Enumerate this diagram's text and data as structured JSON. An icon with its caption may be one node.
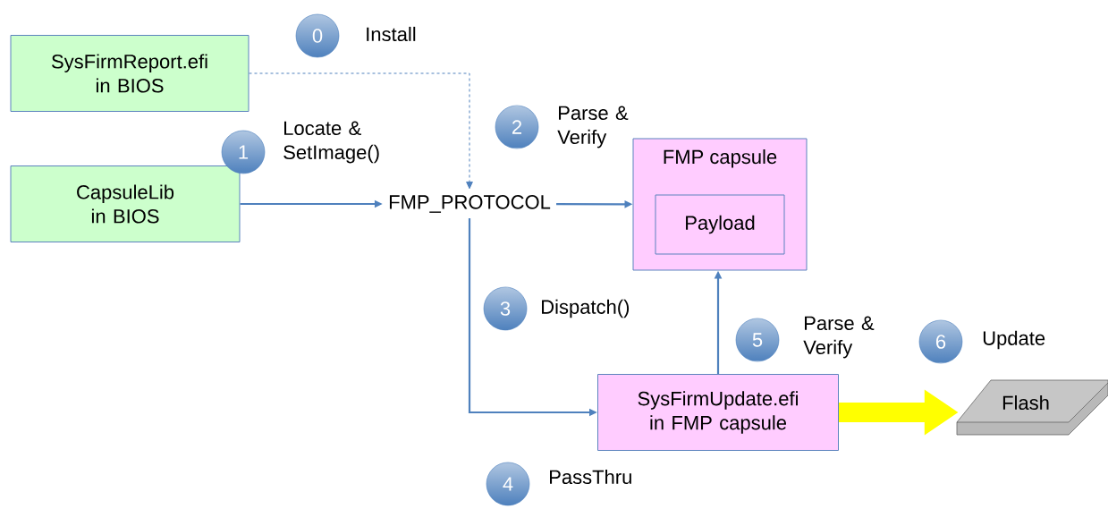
{
  "diagram": {
    "nodes": [
      {
        "text": [
          "SysFirmReport.efi in BIOS"
        ]
      },
      {
        "text": [
          "CapsuleLib in BIOS"
        ]
      },
      {
        "text": [
          "FMP_PROTOCOL"
        ]
      },
      {
        "text": [
          "FMP capsule"
        ]
      },
      {
        "text": [
          "Payload"
        ],
        "in": 3
      },
      {
        "text": [
          "SysFirmUpdate.efi in FMP capsule"
        ]
      },
      {
        "text": [
          "Flash"
        ]
      },
      {
        "text": [
          "0"
        ],
        "beside": [
          "Install"
        ]
      },
      {
        "text": [
          "1"
        ],
        "beside": [
          "Locate & SetImage()"
        ]
      },
      {
        "text": [
          "2"
        ],
        "beside": [
          "Parse & Verify"
        ]
      },
      {
        "text": [
          "3"
        ],
        "beside": [
          "Dispatch()"
        ]
      },
      {
        "text": [
          "4"
        ],
        "beside": [
          "PassThru"
        ]
      },
      {
        "text": [
          "5"
        ],
        "beside": [
          "Parse & Verify"
        ]
      },
      {
        "text": [
          "6"
        ],
        "beside": [
          "Update"
        ]
      }
    ],
    "edges": [
      {
        "from": 0,
        "to": 2,
        "arrow": "to",
        "style": "dashed"
      },
      {
        "from": 1,
        "to": 2,
        "arrow": "to"
      },
      {
        "from": 2,
        "to": 3,
        "arrow": "to"
      },
      {
        "from": 2,
        "to": 5,
        "arrow": "to"
      },
      {
        "from": 5,
        "to": 3,
        "arrow": "to"
      },
      {
        "from": 5,
        "to": 6,
        "arrow": "to",
        "style": "thick",
        "color": "#ffff00"
      }
    ]
  }
}
